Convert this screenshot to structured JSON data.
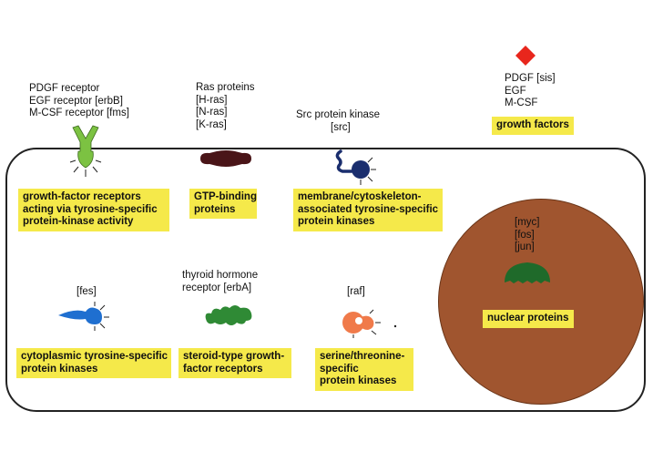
{
  "colors": {
    "label_box": "#f5e94a",
    "nucleus": "#a0552f",
    "growth_factor_diamond": "#e8261c",
    "receptor_green": "#7cc242",
    "ras_maroon": "#4a1518",
    "src_navy": "#1a2e6e",
    "fes_blue": "#1f6fd0",
    "erbA_green": "#2f8a35",
    "raf_orange": "#f07a4a",
    "nuclear_green": "#1f6a2a"
  },
  "icons": [
    "diamond-icon",
    "receptor-icon",
    "ras-protein-icon",
    "src-kinase-icon",
    "fes-kinase-icon",
    "thyroid-receptor-icon",
    "raf-kinase-icon",
    "nuclear-protein-icon"
  ],
  "growth_factor": {
    "lines": [
      "PDGF [sis]",
      "EGF",
      "M-CSF"
    ],
    "box": "growth factors"
  },
  "receptor": {
    "lines": [
      "PDGF receptor",
      "EGF receptor [erbB]",
      "M-CSF receptor [fms]"
    ],
    "box": [
      "growth-factor receptors",
      "acting via tyrosine-specific",
      "protein-kinase activity"
    ]
  },
  "ras": {
    "lines": [
      "Ras proteins",
      "[H-ras]",
      "[N-ras]",
      "[K-ras]"
    ],
    "box": [
      "GTP-binding",
      "proteins"
    ]
  },
  "src": {
    "lines": [
      "Src protein kinase",
      "[src]"
    ],
    "box": [
      "membrane/cytoskeleton-",
      "associated tyrosine-specific",
      "protein kinases"
    ]
  },
  "nuclear": {
    "lines": [
      "[myc]",
      "[fos]",
      "[jun]"
    ],
    "box": "nuclear proteins"
  },
  "fes": {
    "lines": [
      "[fes]"
    ],
    "box": [
      "cytoplasmic tyrosine-specific",
      "protein kinases"
    ]
  },
  "thyroid": {
    "lines": [
      "thyroid hormone",
      "receptor [erbA]"
    ],
    "box": [
      "steroid-type growth-",
      "factor receptors"
    ]
  },
  "raf": {
    "lines": [
      "[raf]"
    ],
    "box": [
      "serine/threonine-",
      "specific",
      "protein kinases"
    ]
  }
}
